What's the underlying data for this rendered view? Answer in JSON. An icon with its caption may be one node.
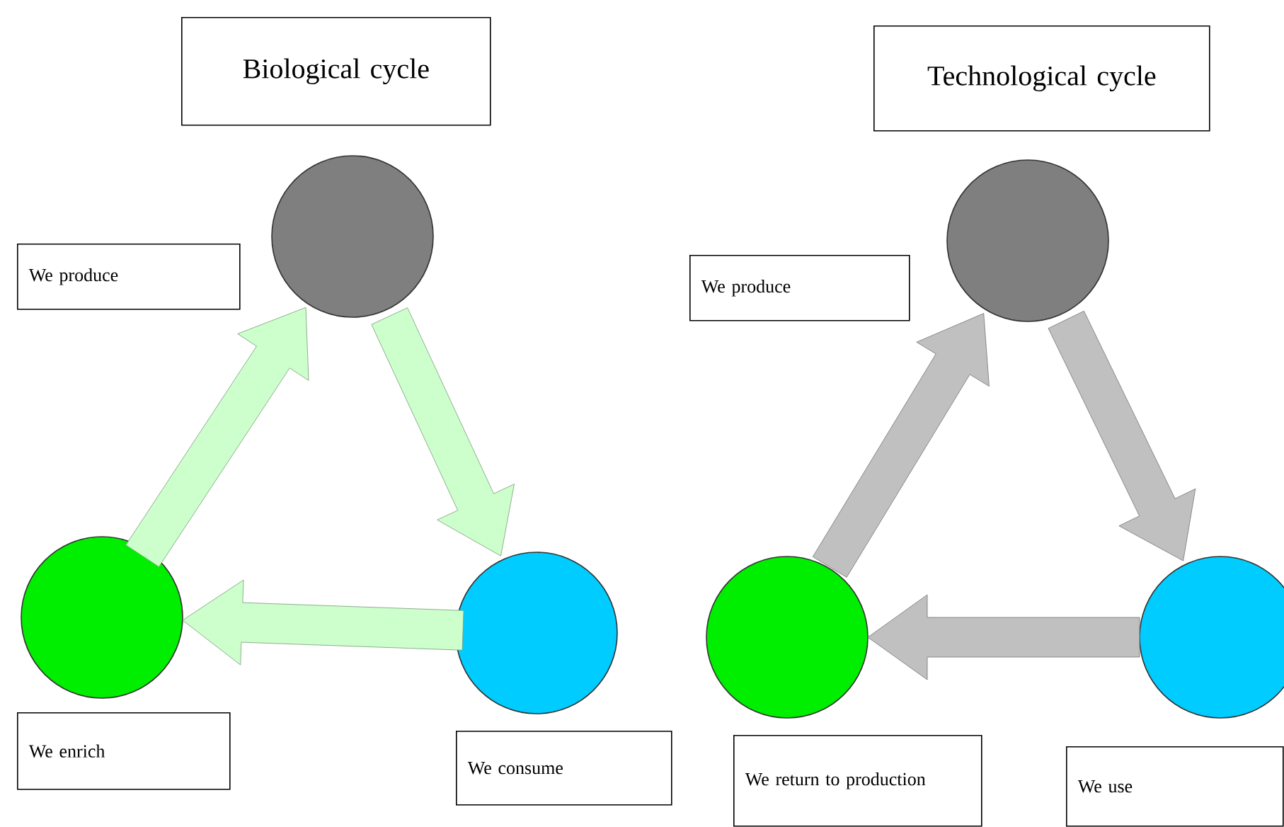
{
  "diagram": {
    "nodes": [
      {
        "text": [
          "Biological cycle"
        ]
      },
      {
        "text": [
          "Technological cycle"
        ]
      },
      {
        "text": [],
        "shape": "circle"
      },
      {
        "text": [
          "We produce"
        ]
      },
      {
        "text": [
          "We produce"
        ]
      },
      {
        "text": [],
        "shape": "circle"
      },
      {
        "text": [],
        "shape": "circle"
      },
      {
        "text": [],
        "shape": "circle"
      },
      {
        "text": [],
        "shape": "circle"
      },
      {
        "text": [],
        "shape": "circle"
      },
      {
        "text": [
          "We enrich"
        ]
      },
      {
        "text": [
          "We consume"
        ]
      },
      {
        "text": [
          "We return to production"
        ]
      },
      {
        "text": [
          "We use"
        ]
      }
    ],
    "edges": [
      {
        "from": 2,
        "to": 7,
        "arrow": "to",
        "color": "#ccffcc"
      },
      {
        "from": 7,
        "to": 6,
        "arrow": "to",
        "color": "#ccffcc"
      },
      {
        "from": 6,
        "to": 2,
        "arrow": "to",
        "color": "#ccffcc"
      },
      {
        "from": 5,
        "to": 9,
        "arrow": "to",
        "color": "#c0c0c0"
      },
      {
        "from": 9,
        "to": 8,
        "arrow": "to",
        "color": "#c0c0c0"
      },
      {
        "from": 8,
        "to": 5,
        "arrow": "to",
        "color": "#c0c0c0"
      }
    ]
  }
}
